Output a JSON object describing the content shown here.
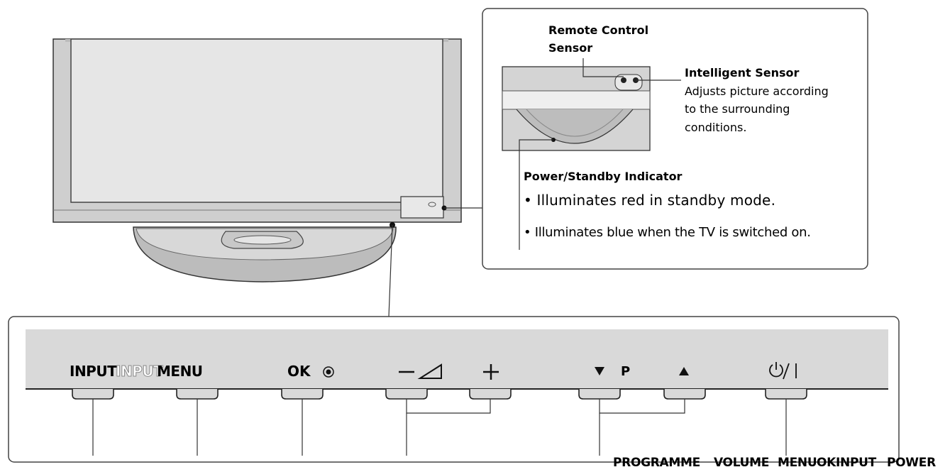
{
  "inset": {
    "remote_sensor_line1": "Remote Control",
    "remote_sensor_line2": "Sensor",
    "intelligent_sensor_title": "Intelligent Sensor",
    "intelligent_sensor_desc_line1": "Adjusts picture according",
    "intelligent_sensor_desc_line2": "to the surrounding",
    "intelligent_sensor_desc_line3": "conditions.",
    "power_indicator_title": "Power/Standby Indicator",
    "bullet_standby": "• Illuminates red in standby mode.",
    "bullet_on": "• Illuminates blue when the TV is switched on."
  },
  "controls": {
    "input_label": "INPUT",
    "input_label_outline": "INPUT",
    "menu_label": "MENU",
    "ok_label": "OK",
    "ok_symbol": "◉",
    "volume_minus": "−",
    "volume_plus": "+",
    "program_down": "▼",
    "program_label": "P",
    "program_up": "▲",
    "power_symbol": "⏻/I"
  },
  "captions": {
    "program": "PROGRAMME",
    "volume": "VOLUME",
    "menu": "MENU",
    "ok": "OK",
    "input": "INPUT",
    "power": "POWER"
  },
  "colors": {
    "line": "#333333",
    "panel_fill": "#d9d9d9",
    "screen_fill": "#e6e6e6",
    "frame_fill": "#cfcfcf"
  }
}
